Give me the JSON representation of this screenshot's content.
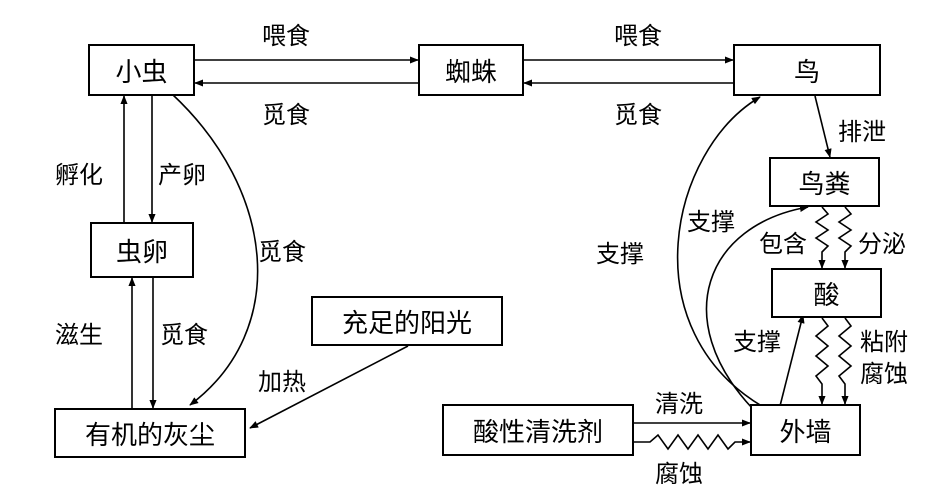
{
  "nodes": {
    "insect": "小虫",
    "spider": "蜘蛛",
    "bird": "鸟",
    "droppings": "鸟粪",
    "egg": "虫卵",
    "acid": "酸",
    "sunlight": "充足的阳光",
    "dust": "有机的灰尘",
    "cleaner": "酸性清洗剂",
    "wall": "外墙"
  },
  "edges": {
    "feed_insect_spider": "喂食",
    "forage_spider_insect": "觅食",
    "feed_spider_bird": "喂食",
    "forage_bird_spider": "觅食",
    "hatch": "孵化",
    "lay_eggs": "产卵",
    "forage_insect_dust": "觅食",
    "breed": "滋生",
    "forage_egg_dust": "觅食",
    "heat": "加热",
    "excrete": "排泄",
    "contain": "包含",
    "secrete": "分泌",
    "support_left": "支撑",
    "support_mid": "支撑",
    "support_small": "支撑",
    "adhere": "粘附",
    "corrode_acid": "腐蚀",
    "wash": "清洗",
    "corrode_cleaner": "腐蚀"
  }
}
